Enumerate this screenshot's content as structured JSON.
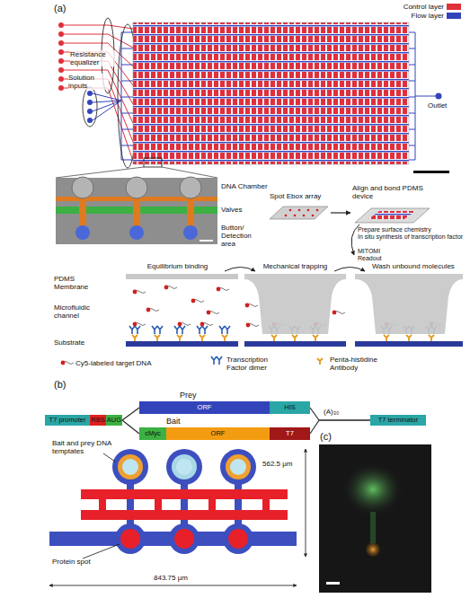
{
  "diagram": {
    "nodes": [
      {
        "text": [
          "T7 promoter"
        ]
      },
      {
        "text": [
          "RBS"
        ]
      },
      {
        "text": [
          "AUG"
        ]
      },
      {
        "text": [
          "Prey"
        ]
      },
      {
        "text": [
          "ORF"
        ],
        "in": 3
      },
      {
        "text": [
          "HIS"
        ],
        "in": 3
      },
      {
        "text": [
          "Bait"
        ]
      },
      {
        "text": [
          "cMyc"
        ],
        "in": 6
      },
      {
        "text": [
          "ORF"
        ],
        "in": 6
      },
      {
        "text": [
          "T7"
        ],
        "in": 6
      },
      {
        "text": [
          "T7 terminator"
        ]
      }
    ],
    "edges": [
      {
        "from": 2,
        "to": 3,
        "arrow": "none"
      },
      {
        "from": 2,
        "to": 6,
        "arrow": "none"
      },
      {
        "from": 3,
        "to": 10,
        "arrow": "none"
      },
      {
        "from": 6,
        "to": 10,
        "arrow": "none"
      }
    ],
    "labels": [
      "(a)",
      "Resistance equalizer",
      "Solution inputs",
      "Outlet",
      "DNA Chamber",
      "Valves",
      "Button/ Detection area",
      "Spot Ebox array",
      "Align and bond PDMS device",
      "Prepare surface chemistry",
      "In situ synthesis of transcription factor",
      "MITOMI",
      "Readout",
      "Equilibrium binding",
      "Mechanical trapping",
      "Wash unbound molecules",
      "PDMS Membrane",
      "Microfluidic channel",
      "Substrate",
      "(b)",
      "(A)₃₀",
      "Bait and prey DNA temptates",
      "Protein spot",
      "562.5 µm",
      "843.75 µm",
      "(c)"
    ],
    "legend": [
      {
        "text": "Control layer",
        "color": "#e0303a"
      },
      {
        "text": "Flow layer",
        "color": "#3344bb"
      },
      {
        "text": "Cy5-labeled target DNA"
      },
      {
        "text": "Transcription Factor dimer"
      },
      {
        "text": "Penta-histidine Antibody"
      }
    ]
  }
}
